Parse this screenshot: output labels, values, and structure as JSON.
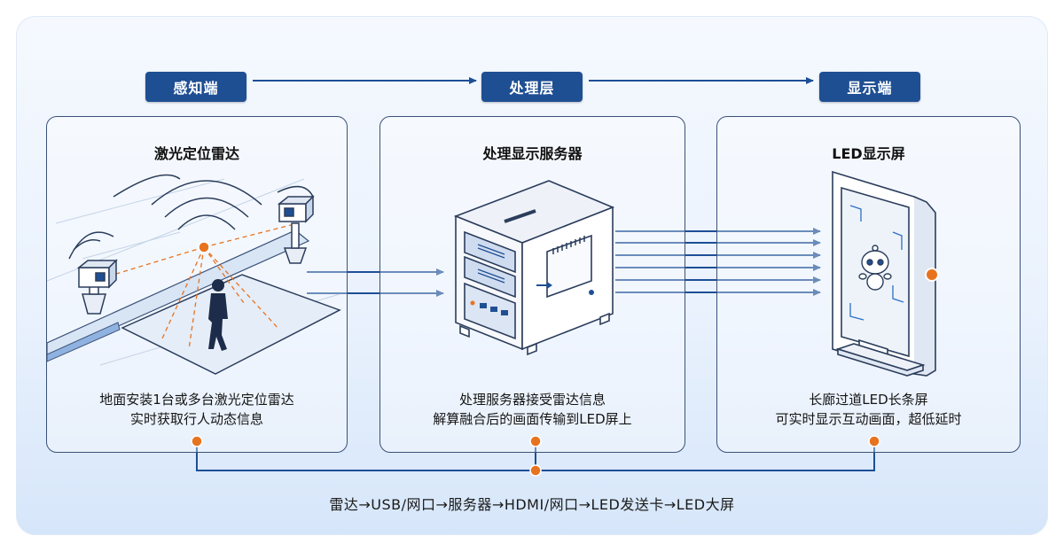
{
  "stages": [
    {
      "tag": "感知端",
      "title": "激光定位雷达",
      "desc": [
        "地面安装1台或多台激光定位雷达",
        "实时获取行人动态信息"
      ]
    },
    {
      "tag": "处理层",
      "title": "处理显示服务器",
      "desc": [
        "处理服务器接受雷达信息",
        "解算融合后的画面传输到LED屏上"
      ]
    },
    {
      "tag": "显示端",
      "title": "LED显示屏",
      "desc": [
        "长廊过道LED长条屏",
        "可实时显示互动画面，超低延时"
      ]
    }
  ],
  "flow_caption": "雷达→USB/网口→服务器→HDMI/网口→LED发送卡→LED大屏",
  "colors": {
    "navy": "#1f4f93",
    "orange": "#e8731f",
    "line": "#233a5e",
    "arrow": "#1d4f96"
  },
  "icons": [
    "radar-sensor-icon",
    "person-icon",
    "server-cabinet-icon",
    "led-screen-icon",
    "robot-mascot-icon"
  ]
}
